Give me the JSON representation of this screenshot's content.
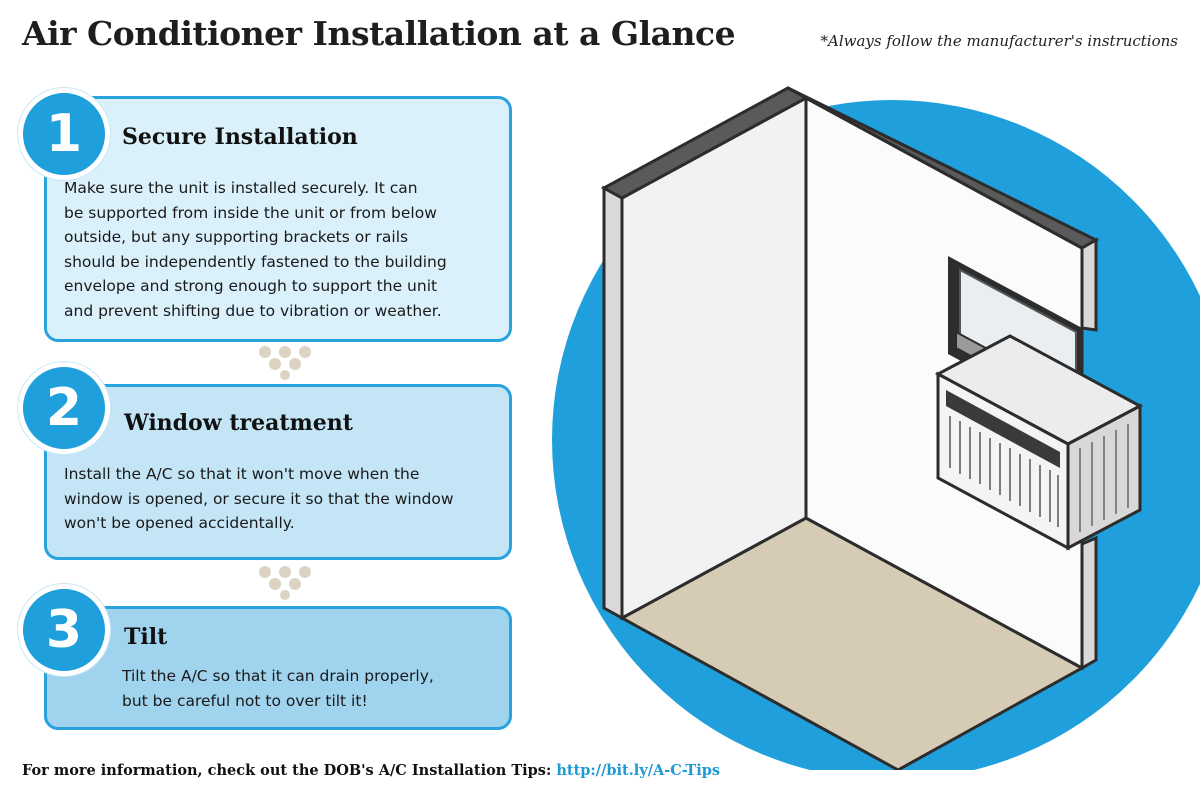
{
  "title": "Air Conditioner Installation at a Glance",
  "note": "*Always follow the manufacturer's instructions",
  "steps": [
    {
      "number": "1",
      "heading": "Secure Installation",
      "lines": [
        "Make sure the unit is installed securely. It can",
        "be supported from inside the unit or from below",
        "outside, but any supporting brackets or rails",
        "should be independently fastened to the building",
        "envelope and strong enough to support the unit",
        "and prevent shifting due to vibration or weather."
      ]
    },
    {
      "number": "2",
      "heading": "Window treatment",
      "lines": [
        "Install the A/C so that it won't move when the",
        "window is opened, or secure it so that the window",
        "won't be opened accidentally."
      ]
    },
    {
      "number": "3",
      "heading": "Tilt",
      "lines": [
        "Tilt the A/C so that it can drain properly,",
        "but be careful not to over tilt it!"
      ]
    }
  ],
  "footer": {
    "text": "For more information, check out the DOB's A/C Installation Tips: ",
    "link": "http://bit.ly/A-C-Tips"
  },
  "colors": {
    "accent": "#1fa0dc",
    "step1_bg": "#daf0fb",
    "step2_bg": "#c3e5f6",
    "step3_bg": "#9fd3ee",
    "dots": "#ddd3c2",
    "floor": "#d6cbb4"
  },
  "illustration": "room-corner-with-window-ac-unit"
}
